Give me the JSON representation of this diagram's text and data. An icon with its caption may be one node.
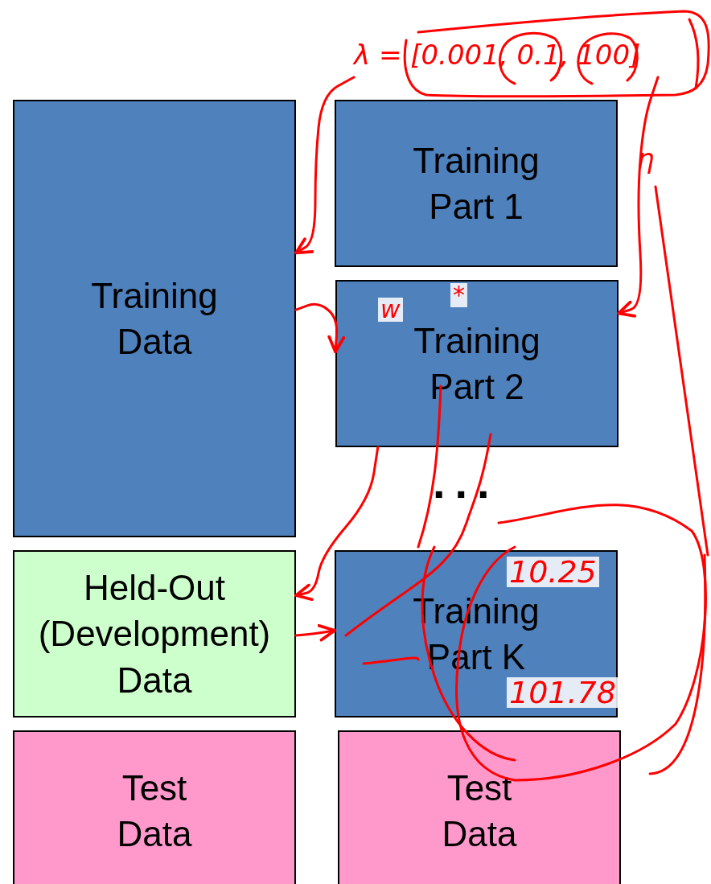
{
  "diagram": {
    "nodes": [
      {
        "text": [
          "Training Data"
        ]
      },
      {
        "text": [
          "Held-Out (Development) Data"
        ]
      },
      {
        "text": [
          "Test Data"
        ]
      },
      {
        "text": [
          "Training Part 1"
        ]
      },
      {
        "text": [
          "Training Part 2"
        ]
      },
      {
        "text": [
          "Training Part K"
        ]
      },
      {
        "text": [
          "Test Data"
        ]
      },
      {
        "text": [
          "λ = [0.001, 0.1, 100]"
        ]
      }
    ],
    "edges": [
      {
        "from": 7,
        "to": 0,
        "arrow": "to",
        "color": "#ff0000"
      },
      {
        "from": 7,
        "to": 4,
        "arrow": "to",
        "color": "#ff0000"
      },
      {
        "from": 0,
        "to": 4,
        "arrow": "to",
        "color": "#ff0000"
      },
      {
        "from": 4,
        "to": 1,
        "arrow": "to",
        "color": "#ff0000"
      },
      {
        "from": 1,
        "to": 5,
        "arrow": "to",
        "color": "#ff0000"
      }
    ],
    "labels": [
      "η",
      "*",
      "w",
      "...",
      "10.25",
      "101.78"
    ]
  }
}
